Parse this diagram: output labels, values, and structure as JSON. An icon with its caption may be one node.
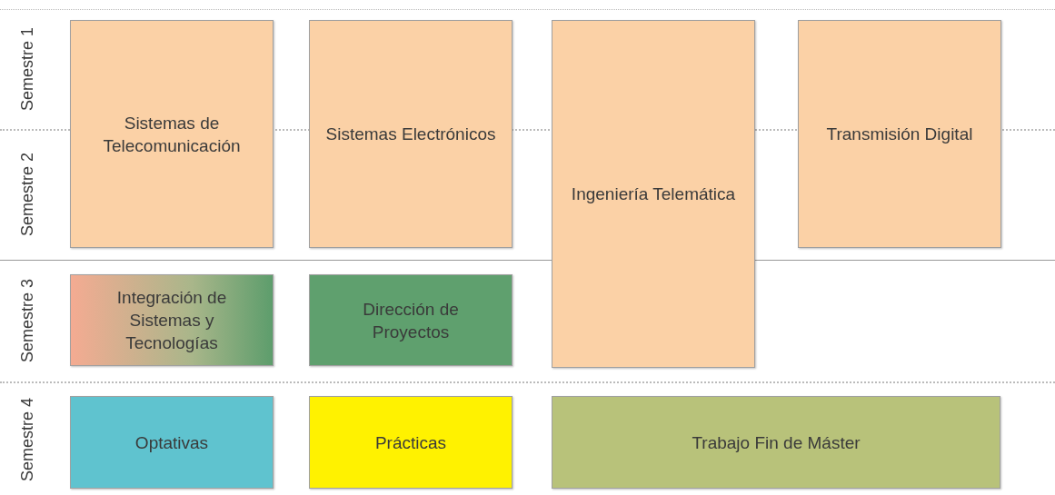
{
  "diagram": {
    "nodes": [
      {
        "text": [
          "Sistemas de Telecomunicación"
        ]
      },
      {
        "text": [
          "Sistemas Electrónicos"
        ]
      },
      {
        "text": [
          "Ingeniería Telemática"
        ]
      },
      {
        "text": [
          "Transmisión Digital"
        ]
      },
      {
        "text": [
          "Integración de Sistemas y Tecnologías"
        ]
      },
      {
        "text": [
          "Dirección de Proyectos"
        ]
      },
      {
        "text": [
          "Optativas"
        ]
      },
      {
        "text": [
          "Prácticas"
        ]
      },
      {
        "text": [
          "Trabajo Fin de Máster"
        ]
      }
    ],
    "labels": [
      "Semestre 1",
      "Semestre 2",
      "Semestre 3",
      "Semestre 4"
    ]
  }
}
